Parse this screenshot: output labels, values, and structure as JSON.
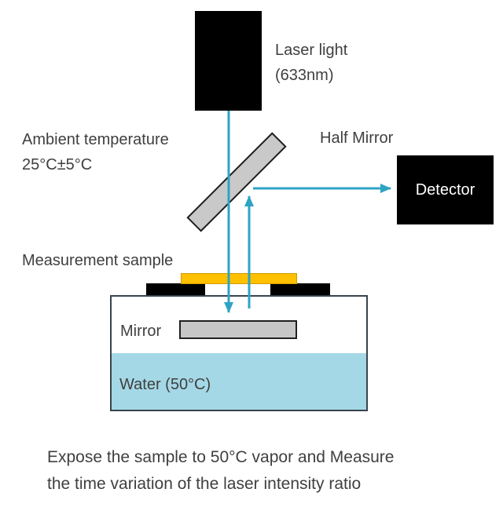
{
  "labels": {
    "laser_light_line1": "Laser light",
    "laser_light_line2": "(633nm)",
    "ambient_temperature_line1": "Ambient temperature",
    "ambient_temperature_line2": "25°C±5°C",
    "half_mirror": "Half Mirror",
    "detector": "Detector",
    "measurement_sample": "Measurement sample",
    "mirror": "Mirror",
    "water": "Water (50°C)",
    "caption_line1": "Expose the sample to 50°C vapor and Measure",
    "caption_line2": "the time variation of the laser intensity ratio"
  },
  "colors": {
    "beam_arrow": "#2FA3C4",
    "laser_box": "#000000",
    "detector_box": "#000000",
    "half_mirror_fill": "#C9C9C9",
    "mirror_fill": "#C6C6C6",
    "sample_gold": "#FFC000",
    "water_fill": "#A5D8E6",
    "text": "#3F3F3F"
  }
}
